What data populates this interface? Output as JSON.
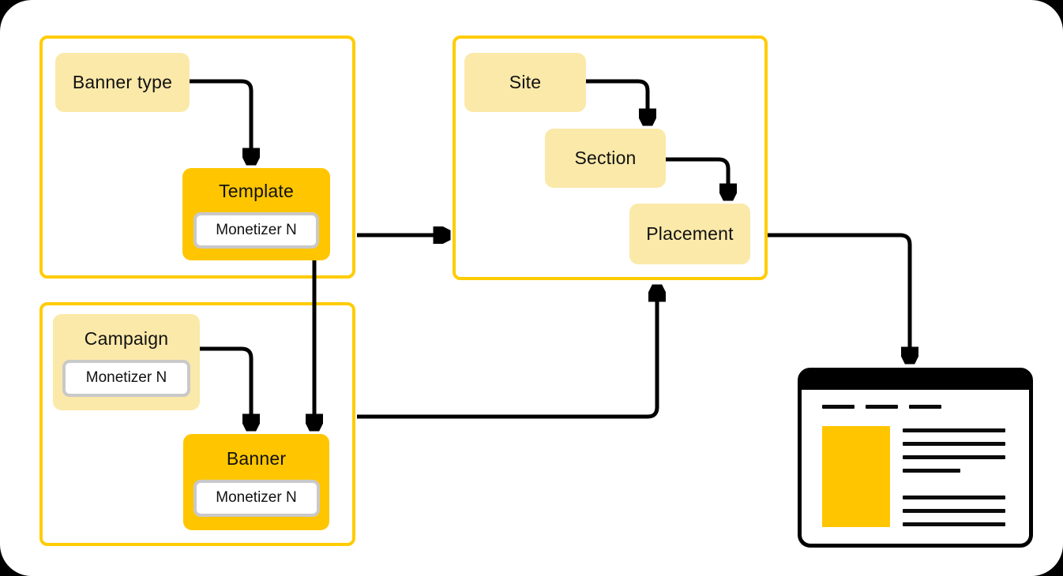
{
  "nodes": {
    "banner_type": {
      "label": "Banner type"
    },
    "template": {
      "label": "Template",
      "chip": "Monetizer N"
    },
    "campaign": {
      "label": "Campaign",
      "chip": "Monetizer N"
    },
    "banner": {
      "label": "Banner",
      "chip": "Monetizer N"
    },
    "site": {
      "label": "Site"
    },
    "section": {
      "label": "Section"
    },
    "placement": {
      "label": "Placement"
    }
  },
  "edges": [
    {
      "from": "banner_type",
      "to": "template"
    },
    {
      "from": "campaign",
      "to": "banner"
    },
    {
      "from": "template",
      "to": "banner"
    },
    {
      "from": "template-group",
      "to": "site-group"
    },
    {
      "from": "campaign-group",
      "to": "site-group"
    },
    {
      "from": "site",
      "to": "section"
    },
    {
      "from": "section",
      "to": "placement"
    },
    {
      "from": "site-group",
      "to": "webpage-illustration"
    }
  ],
  "colors": {
    "group_border": "#FFCC00",
    "node_gold": "#FFC600",
    "node_light_yellow": "#FBE9A9",
    "chip_border": "#C9C9C9",
    "arrow_black": "#000000",
    "page_background": "#FFFFFF"
  },
  "icons": {
    "webpage_illustration": "browser-window-with-ad-slot-and-text-lines"
  }
}
